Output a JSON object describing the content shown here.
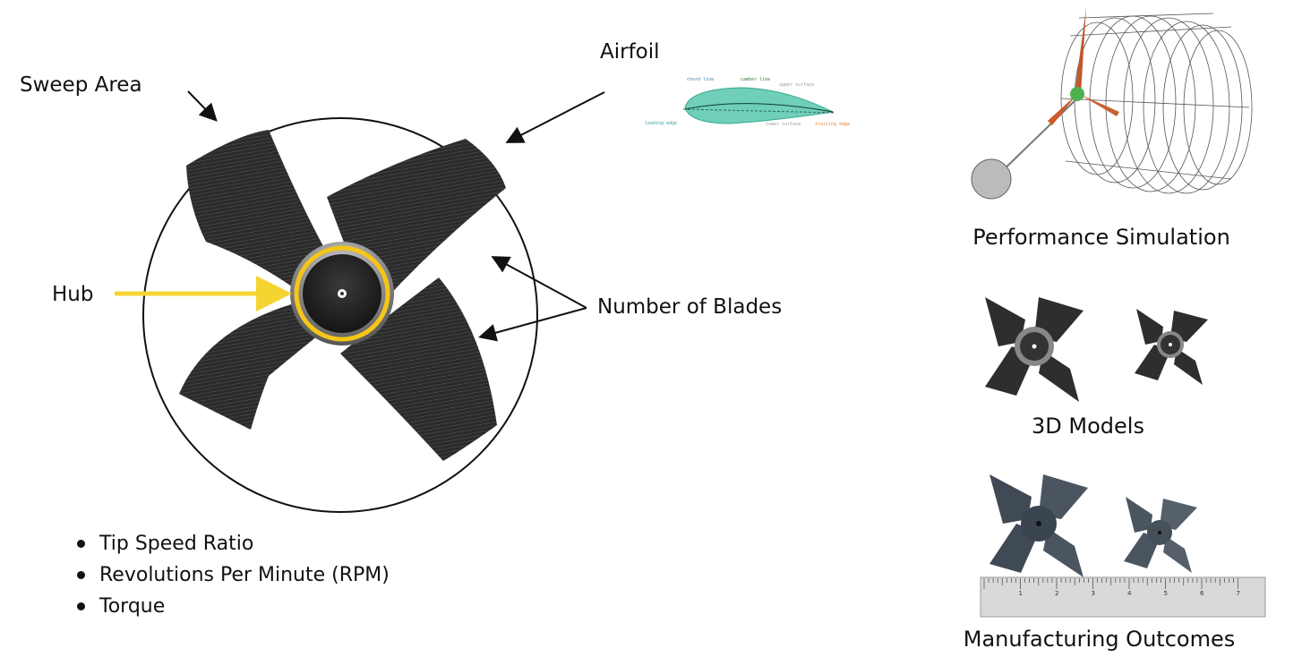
{
  "labels": {
    "sweep_area": "Sweep Area",
    "airfoil": "Airfoil",
    "hub": "Hub",
    "number_of_blades": "Number of Blades"
  },
  "airfoil_diagram": {
    "chord_line": "chord line",
    "camber_line": "camber line",
    "upper_surface": "upper surface",
    "leading_edge": "leading edge",
    "lower_surface": "lower surface",
    "trailing_edge": "trailing edge"
  },
  "bullets": [
    "Tip Speed Ratio",
    "Revolutions Per Minute (RPM)",
    "Torque"
  ],
  "captions": {
    "performance_simulation": "Performance Simulation",
    "models_3d": "3D Models",
    "manufacturing_outcomes": "Manufacturing Outcomes"
  },
  "ruler": {
    "inches": [
      "1",
      "2",
      "3",
      "4",
      "5",
      "6",
      "7"
    ]
  },
  "colors": {
    "hub_ring": "#f5c518",
    "hub_arrow": "#f5d431",
    "blade": "#2e2e2e",
    "airfoil_fill": "#6fcfb8",
    "manufactured_blade": "#3f4a55"
  }
}
